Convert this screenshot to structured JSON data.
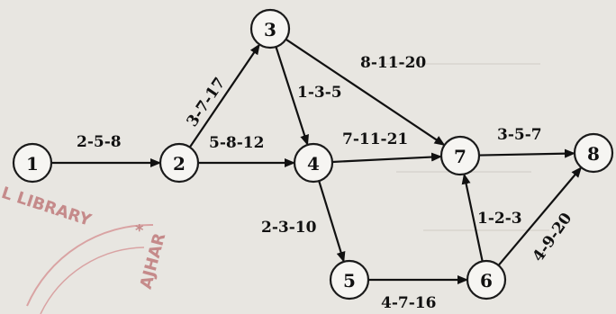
{
  "network": {
    "nodes": [
      {
        "id": "1",
        "label": "1"
      },
      {
        "id": "2",
        "label": "2"
      },
      {
        "id": "3",
        "label": "3"
      },
      {
        "id": "4",
        "label": "4"
      },
      {
        "id": "5",
        "label": "5"
      },
      {
        "id": "6",
        "label": "6"
      },
      {
        "id": "7",
        "label": "7"
      },
      {
        "id": "8",
        "label": "8"
      }
    ],
    "edges": [
      {
        "from": "1",
        "to": "2",
        "label": "2-5-8"
      },
      {
        "from": "2",
        "to": "3",
        "label": "3-7-17"
      },
      {
        "from": "2",
        "to": "4",
        "label": "5-8-12"
      },
      {
        "from": "3",
        "to": "4",
        "label": "1-3-5"
      },
      {
        "from": "3",
        "to": "7",
        "label": "8-11-20"
      },
      {
        "from": "4",
        "to": "7",
        "label": "7-11-21"
      },
      {
        "from": "4",
        "to": "5",
        "label": "2-3-10"
      },
      {
        "from": "5",
        "to": "6",
        "label": "4-7-16"
      },
      {
        "from": "6",
        "to": "7",
        "label": "1-2-3"
      },
      {
        "from": "7",
        "to": "8",
        "label": "3-5-7"
      },
      {
        "from": "6",
        "to": "8",
        "label": "4-9-20"
      }
    ]
  },
  "stamp": {
    "text": "L LIBRARY",
    "lower_text": "AJHAR"
  }
}
